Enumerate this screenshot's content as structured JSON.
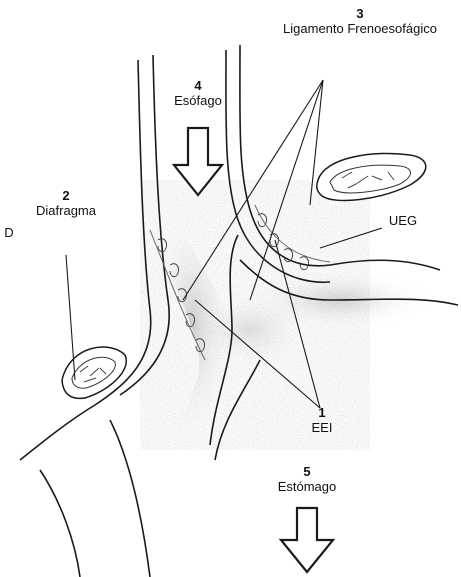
{
  "labels": {
    "eei": {
      "number": "1",
      "name": "EEI"
    },
    "diafragma": {
      "number": "2",
      "name": "Diafragma",
      "fragment": "D"
    },
    "ligamento": {
      "number": "3",
      "name": "Ligamento Frenoesofágico"
    },
    "esofago": {
      "number": "4",
      "name": "Esófago"
    },
    "estomago": {
      "number": "5",
      "name": "Estómago"
    },
    "ueg": {
      "name": "UEG"
    }
  },
  "colors": {
    "line": "#1a1a1a",
    "tissue": "#5a5a5a",
    "shade": "#cfcfcf"
  }
}
